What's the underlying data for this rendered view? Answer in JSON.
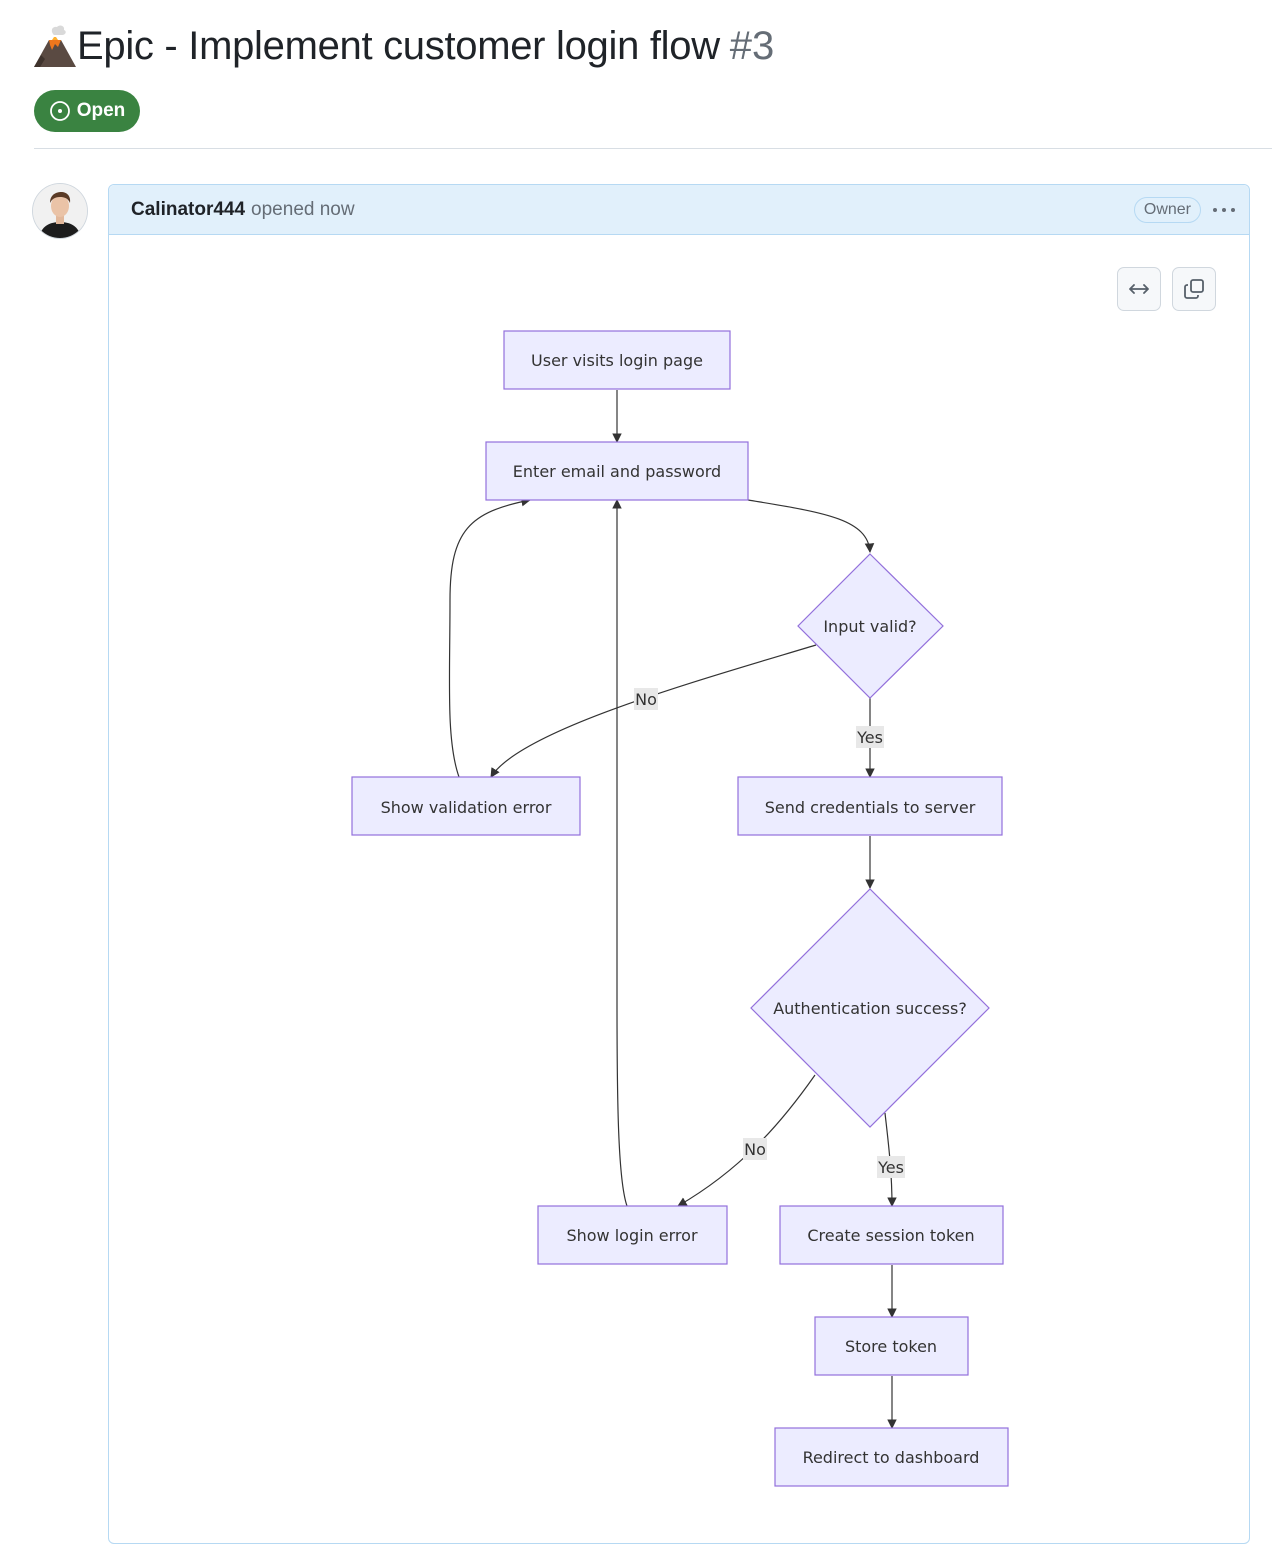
{
  "issue": {
    "title": "Epic - Implement customer login flow",
    "number": "#3",
    "emoji_icon": "volcano-icon",
    "state": "Open",
    "state_color": "#3a8341"
  },
  "comment": {
    "author": "Calinator444",
    "opened_text": "opened now",
    "role_badge": "Owner",
    "header_bg": "#e1f0fb",
    "border_color": "#b6d9f3"
  },
  "diagram_tools": {
    "expand_icon": "horizontal-arrows-icon",
    "copy_icon": "copy-icon"
  },
  "flowchart": {
    "node_fill": "#ececff",
    "node_stroke": "#9370db",
    "nodes": {
      "visit": "User visits login page",
      "enter": "Enter email and password",
      "valid": "Input valid?",
      "validation_error": "Show validation error",
      "send": "Send credentials to server",
      "auth": "Authentication success?",
      "login_error": "Show login error",
      "session": "Create session token",
      "store": "Store token",
      "redirect": "Redirect to dashboard"
    },
    "edges": {
      "valid_no": "No",
      "valid_yes": "Yes",
      "auth_no": "No",
      "auth_yes": "Yes"
    }
  }
}
